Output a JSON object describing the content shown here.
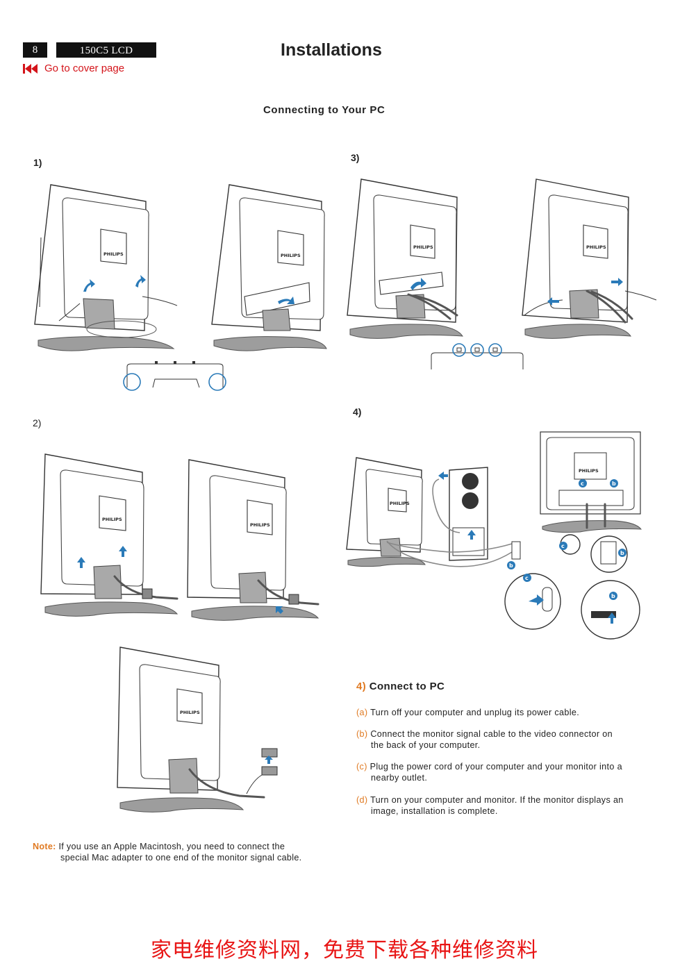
{
  "header": {
    "page_number": "8",
    "model": "150C5  LCD",
    "cover_link": "Go to cover page",
    "title": "Installations",
    "subtitle": "Connecting to Your PC"
  },
  "steps": {
    "s1": "1)",
    "s2": "2)",
    "s3": "3)",
    "s4": "4)"
  },
  "illustrations": {
    "brand_label": "PHILIPS",
    "badge_b": "b",
    "badge_c": "c"
  },
  "connect": {
    "heading_num": "4)",
    "heading_text": "Connect to PC",
    "items": [
      {
        "label": "(a)",
        "line1": "Turn off your computer and unplug its power cable.",
        "line2": ""
      },
      {
        "label": "(b)",
        "line1": "Connect the monitor signal cable to the video connector on",
        "line2": "the back of your computer."
      },
      {
        "label": "(c)",
        "line1": "Plug the power cord of your computer and your monitor into a",
        "line2": "nearby outlet."
      },
      {
        "label": "(d)",
        "line1": "Turn on your computer and monitor. If the monitor displays an",
        "line2": "image, installation is complete."
      }
    ]
  },
  "note": {
    "label": "Note:",
    "line1": "If you use an Apple Macintosh, you need to connect the",
    "line2": "special Mac adapter to one end of the monitor signal cable."
  },
  "footer": {
    "text": "家电维修资料网，免费下载各种维修资料"
  },
  "colors": {
    "link_red": "#d4141a",
    "accent_orange": "#e07a22",
    "arrow_blue": "#2a7ab8",
    "footer_red": "#e81515"
  }
}
